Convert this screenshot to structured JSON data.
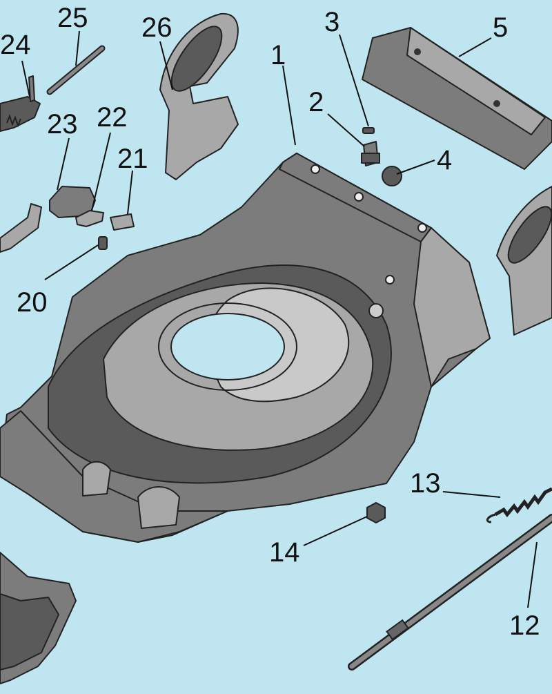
{
  "background_color": "#bfe5f0",
  "part_color": "#6e6e6e",
  "callouts": [
    "1",
    "2",
    "3",
    "4",
    "5",
    "12",
    "13",
    "14",
    "20",
    "21",
    "22",
    "23",
    "24",
    "25",
    "26"
  ]
}
